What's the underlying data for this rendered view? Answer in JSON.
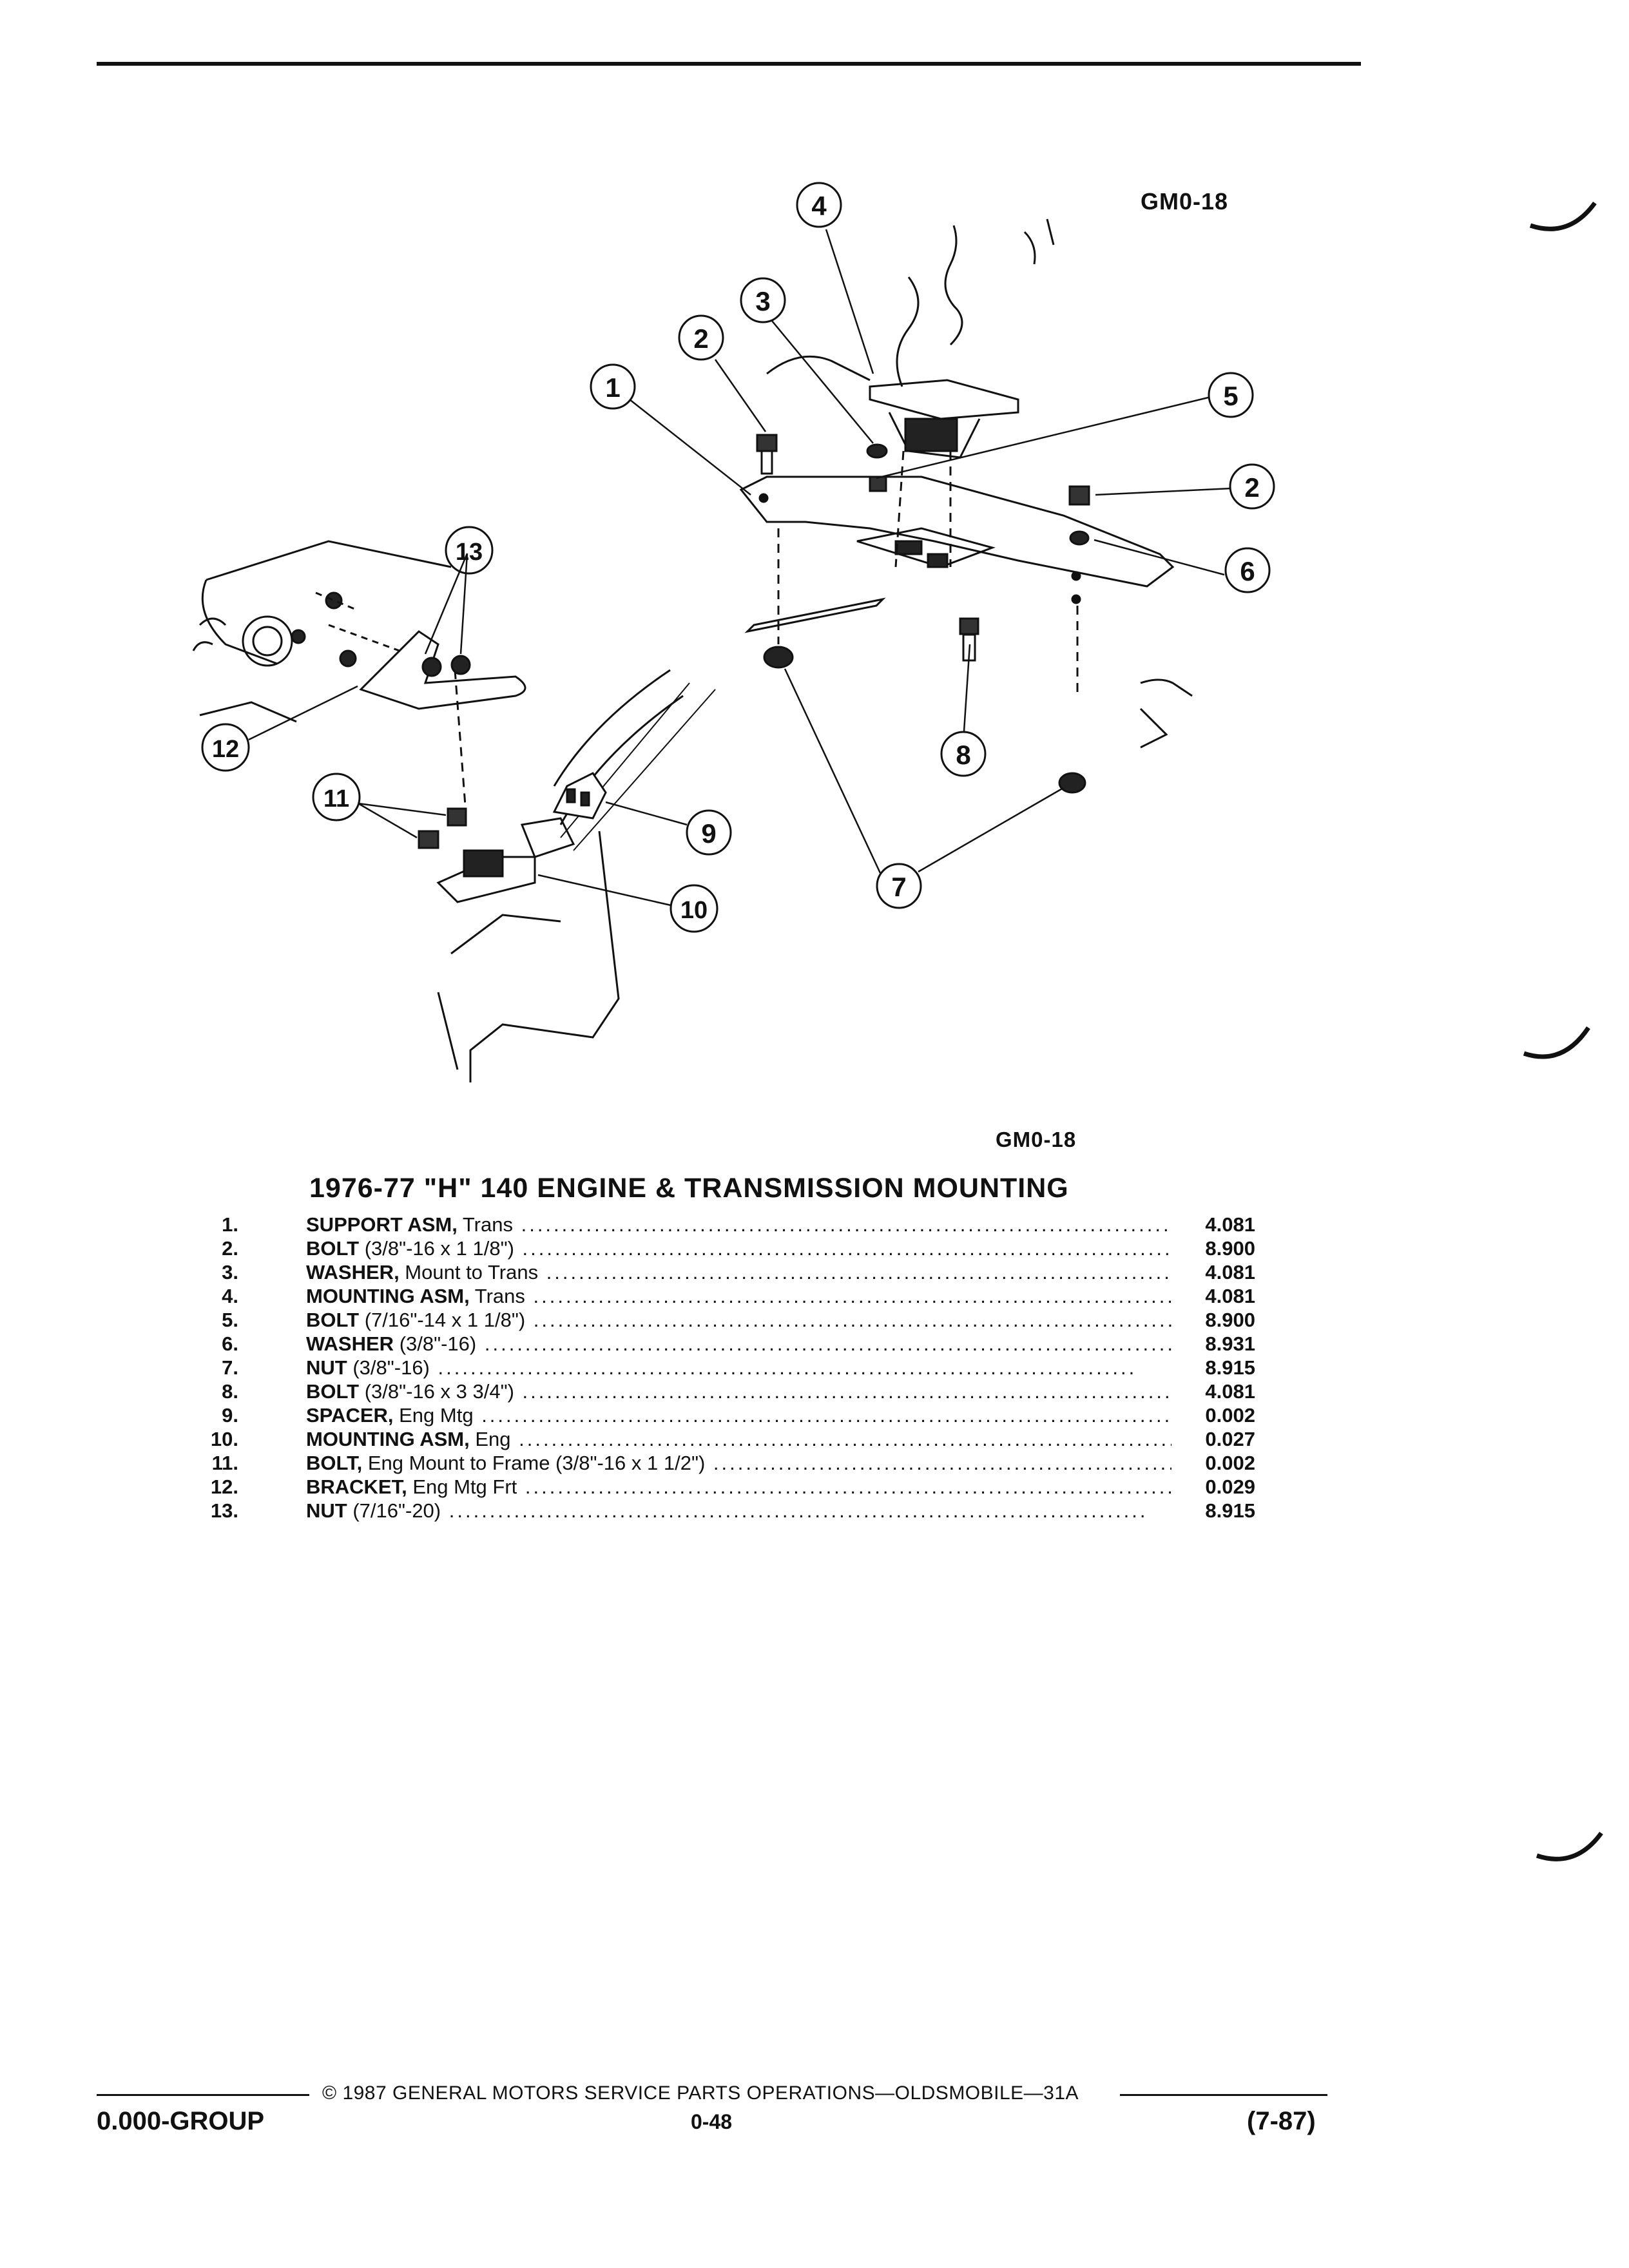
{
  "figure": {
    "code_top": "GM0-18",
    "code_bottom": "GM0-18",
    "callouts": [
      "1",
      "2",
      "3",
      "4",
      "5",
      "2",
      "6",
      "13",
      "12",
      "8",
      "11",
      "9",
      "10",
      "7"
    ]
  },
  "title": "1976-77 \"H\" 140 ENGINE & TRANSMISSION MOUNTING",
  "parts": [
    {
      "num": "1.",
      "name": "SUPPORT ASM,",
      "detail": " Trans",
      "code": "4.081"
    },
    {
      "num": "2.",
      "name": "BOLT",
      "detail": " (3/8\"-16 x 1 1/8\")",
      "code": "8.900"
    },
    {
      "num": "3.",
      "name": "WASHER,",
      "detail": " Mount to Trans",
      "code": "4.081"
    },
    {
      "num": "4.",
      "name": "MOUNTING ASM,",
      "detail": " Trans",
      "code": "4.081"
    },
    {
      "num": "5.",
      "name": "BOLT",
      "detail": " (7/16\"-14 x 1 1/8\")",
      "code": "8.900"
    },
    {
      "num": "6.",
      "name": "WASHER",
      "detail": " (3/8\"-16)",
      "code": "8.931"
    },
    {
      "num": "7.",
      "name": "NUT",
      "detail": " (3/8\"-16)",
      "code": "8.915"
    },
    {
      "num": "8.",
      "name": "BOLT",
      "detail": " (3/8\"-16 x 3 3/4\")",
      "code": "4.081"
    },
    {
      "num": "9.",
      "name": "SPACER,",
      "detail": " Eng Mtg",
      "code": "0.002"
    },
    {
      "num": "10.",
      "name": "MOUNTING ASM,",
      "detail": " Eng",
      "code": "0.027"
    },
    {
      "num": "11.",
      "name": "BOLT,",
      "detail": " Eng Mount to Frame (3/8\"-16 x 1 1/2\")",
      "code": "0.002"
    },
    {
      "num": "12.",
      "name": "BRACKET,",
      "detail": " Eng Mtg Frt",
      "code": "0.029"
    },
    {
      "num": "13.",
      "name": "NUT",
      "detail": " (7/16\"-20)",
      "code": "8.915"
    }
  ],
  "footer": {
    "copyright": "© 1987 GENERAL MOTORS SERVICE PARTS OPERATIONS—OLDSMOBILE—31A",
    "group": "0.000-GROUP",
    "page": "0-48",
    "date": "(7-87)"
  }
}
